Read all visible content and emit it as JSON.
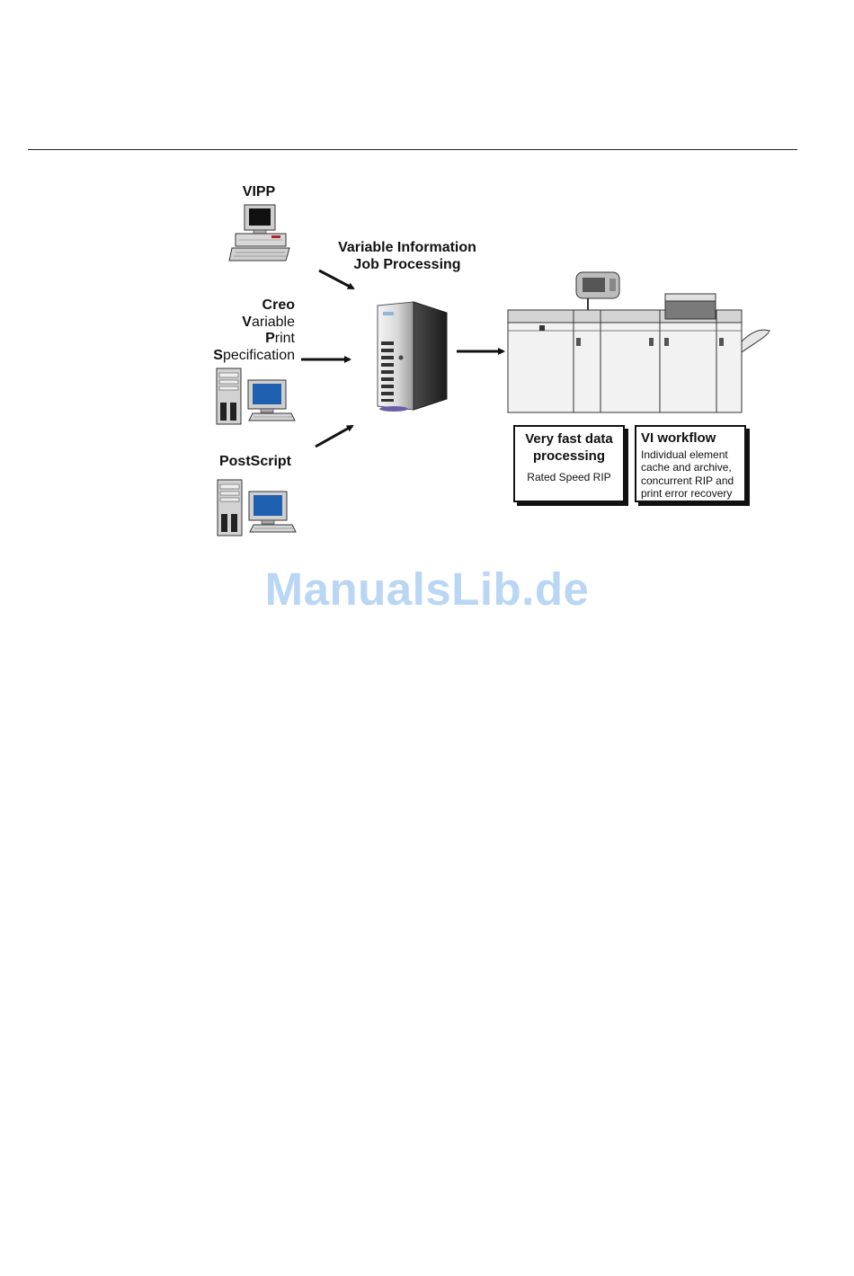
{
  "diagram": {
    "sources": [
      {
        "id": "vipp",
        "label": "VIPP"
      },
      {
        "id": "creo",
        "label_lines": [
          {
            "initial": "C",
            "rest": "reo"
          },
          {
            "initial": "V",
            "rest": "ariable"
          },
          {
            "initial": "P",
            "rest": "rint"
          },
          {
            "initial": "S",
            "rest": "pecification"
          }
        ]
      },
      {
        "id": "postscript",
        "label": "PostScript"
      }
    ],
    "processor_label_lines": [
      "Variable Information",
      "Job Processing"
    ],
    "features": [
      {
        "title_lines": [
          "Very fast data",
          "processing"
        ],
        "body_lines": [
          "Rated Speed RIP"
        ]
      },
      {
        "title_lines": [
          "VI workflow"
        ],
        "body_lines": [
          "Individual element",
          "cache and archive,",
          "concurrent RIP and",
          "print error recovery"
        ]
      }
    ]
  },
  "watermark": "ManualsLib.de",
  "colors": {
    "screen_blue": "#1f5fb0",
    "watermark": "#b9d6f4",
    "ink": "#111111"
  },
  "icons": [
    "desktop-computer-icon",
    "tower-workstation-icon",
    "print-server-icon",
    "production-printer-icon",
    "arrow-icon"
  ]
}
